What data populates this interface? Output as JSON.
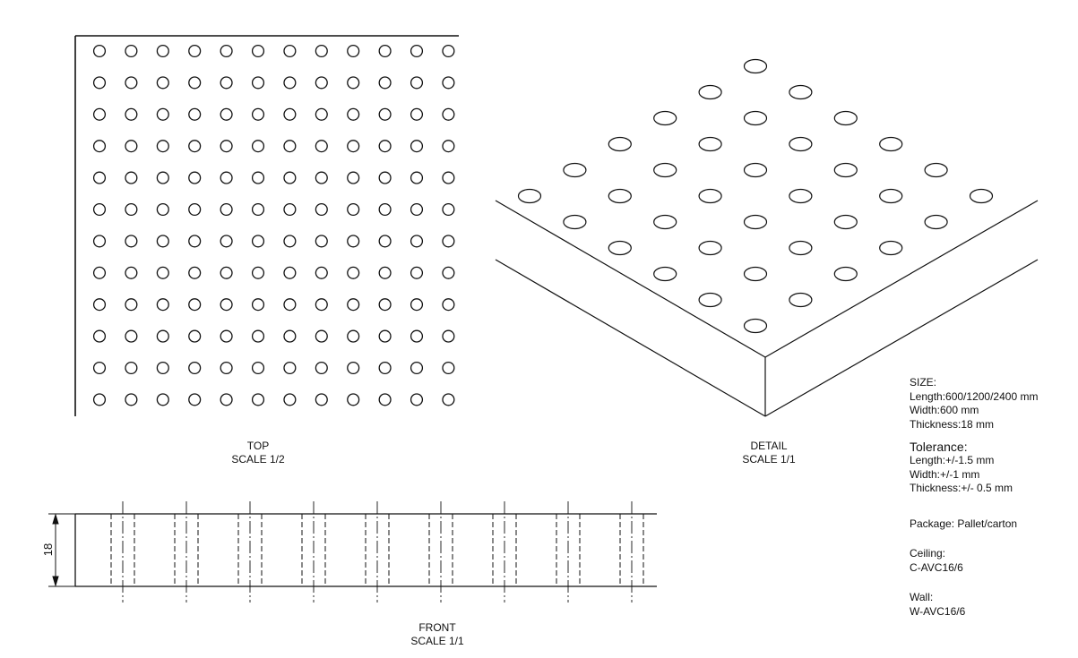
{
  "views": {
    "top": {
      "name": "TOP",
      "scale": "SCALE 1/2",
      "rows": 12,
      "cols": 12
    },
    "detail": {
      "name": "DETAIL",
      "scale": "SCALE 1/1"
    },
    "front": {
      "name": "FRONT",
      "scale": "SCALE 1/1",
      "dimension": "18"
    }
  },
  "specs": {
    "size_heading": "SIZE:",
    "length": "Length:600/1200/2400 mm",
    "width": "Width:600 mm",
    "thickness": "Thickness:18 mm",
    "tolerance_heading": "Tolerance:",
    "tol_length": "Length:+/-1.5 mm",
    "tol_width": "Width:+/-1 mm",
    "tol_thickness": "Thickness:+/- 0.5 mm",
    "package": "Package:  Pallet/carton",
    "ceiling_heading": "Ceiling:",
    "ceiling_code": "C-AVC16/6",
    "wall_heading": "Wall:",
    "wall_code": "W-AVC16/6"
  },
  "colors": {
    "line": "#111111",
    "background": "#ffffff"
  }
}
